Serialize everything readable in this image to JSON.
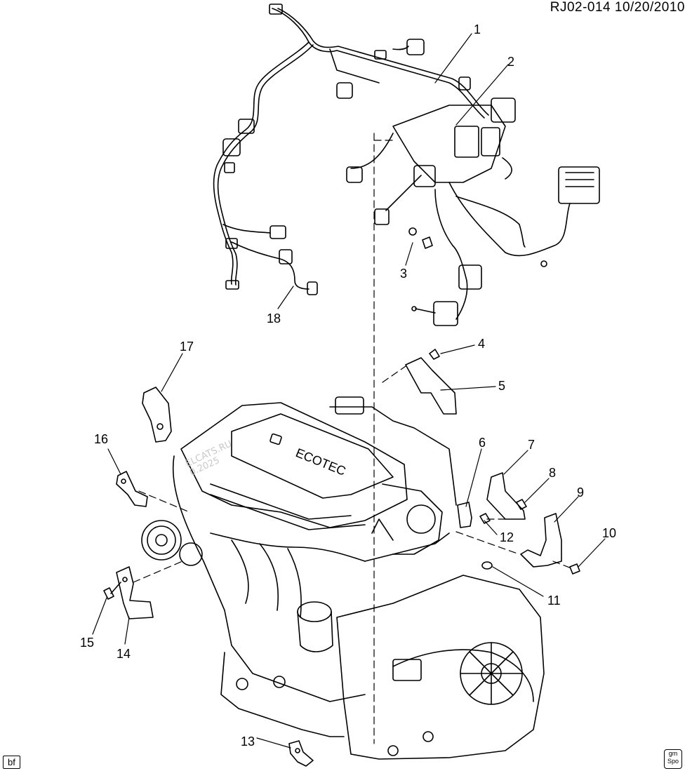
{
  "header": {
    "ref": "RJ02-014  10/20/2010"
  },
  "watermark": {
    "line1": "ELCATS.RU",
    "line2": "0.2025"
  },
  "badge": "bf",
  "logo": {
    "top": "gm",
    "bottom": "Spo"
  },
  "engine": {
    "brand_label": "ECOTEC"
  },
  "callouts": [
    {
      "num": "1",
      "part": "harness"
    },
    {
      "num": "2",
      "part": "connector"
    },
    {
      "num": "3",
      "part": "nut"
    },
    {
      "num": "4",
      "part": "bolt"
    },
    {
      "num": "5",
      "part": "bracket"
    },
    {
      "num": "6",
      "part": "bracket"
    },
    {
      "num": "7",
      "part": "bracket"
    },
    {
      "num": "8",
      "part": "bolt"
    },
    {
      "num": "9",
      "part": "bracket"
    },
    {
      "num": "10",
      "part": "nut"
    },
    {
      "num": "11",
      "part": "stud"
    },
    {
      "num": "12",
      "part": "bolt"
    },
    {
      "num": "13",
      "part": "clip"
    },
    {
      "num": "14",
      "part": "bracket"
    },
    {
      "num": "15",
      "part": "bolt"
    },
    {
      "num": "16",
      "part": "bracket"
    },
    {
      "num": "17",
      "part": "bracket"
    },
    {
      "num": "18",
      "part": "harness"
    }
  ]
}
